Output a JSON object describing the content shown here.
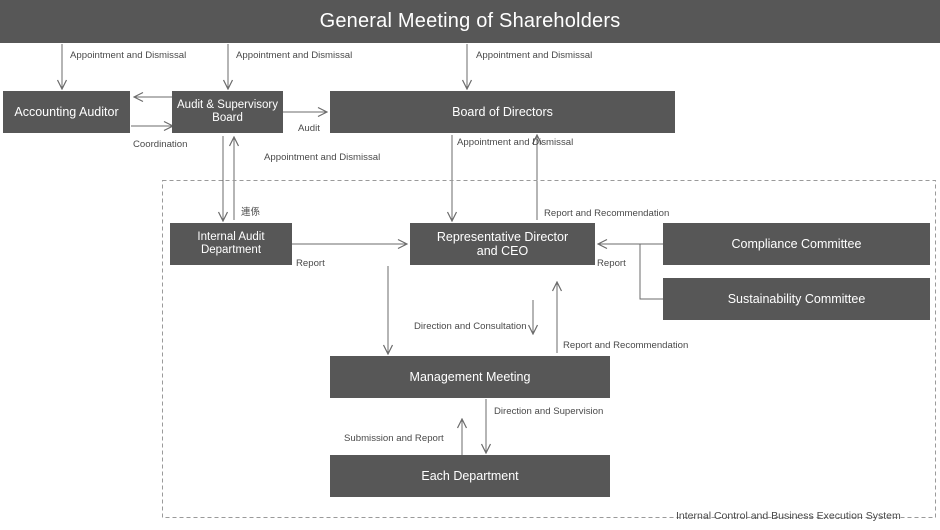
{
  "diagram": {
    "title": "General Meeting of Shareholders",
    "caption": "Internal Control and Business Execution System",
    "colors": {
      "box_fill": "#575757",
      "box_text": "#ffffff",
      "line": "#6b6b6b",
      "label_text": "#4a4a4a",
      "dashed_border": "#9a9a9a",
      "background": "#ffffff"
    },
    "boxes": [
      {
        "id": "shareholders",
        "label": "General Meeting of Shareholders"
      },
      {
        "id": "accounting-auditor",
        "label": "Accounting Auditor"
      },
      {
        "id": "audit-supervisory-board",
        "label": "Audit & Supervisory\nBoard"
      },
      {
        "id": "board-of-directors",
        "label": "Board of Directors"
      },
      {
        "id": "internal-audit-department",
        "label": "Internal Audit\nDepartment"
      },
      {
        "id": "representative-director",
        "label": "Representative Director\nand CEO"
      },
      {
        "id": "compliance-committee",
        "label": "Compliance Committee"
      },
      {
        "id": "sustainability-committee",
        "label": "Sustainability Committee"
      },
      {
        "id": "management-meeting",
        "label": "Management Meeting"
      },
      {
        "id": "each-department",
        "label": "Each Department"
      }
    ],
    "edge_labels": {
      "appointment_dismissal_auditor": "Appointment and Dismissal",
      "appointment_dismissal_asb": "Appointment and Dismissal",
      "appointment_dismissal_board": "Appointment and Dismissal",
      "coordination": "Coordination",
      "audit": "Audit",
      "appointment_dismissal_iad": "Appointment and Dismissal",
      "appointment_dismissal_rep": "Appointment and Dismissal",
      "liaison": "連係",
      "report_iad": "Report",
      "report_recommendation_board": "Report and Recommendation",
      "report_committees": "Report",
      "direction_consultation": "Direction and Consultation",
      "report_recommendation_mgmt": "Report and Recommendation",
      "direction_supervision": "Direction and Supervision",
      "submission_report": "Submission and Report"
    }
  }
}
